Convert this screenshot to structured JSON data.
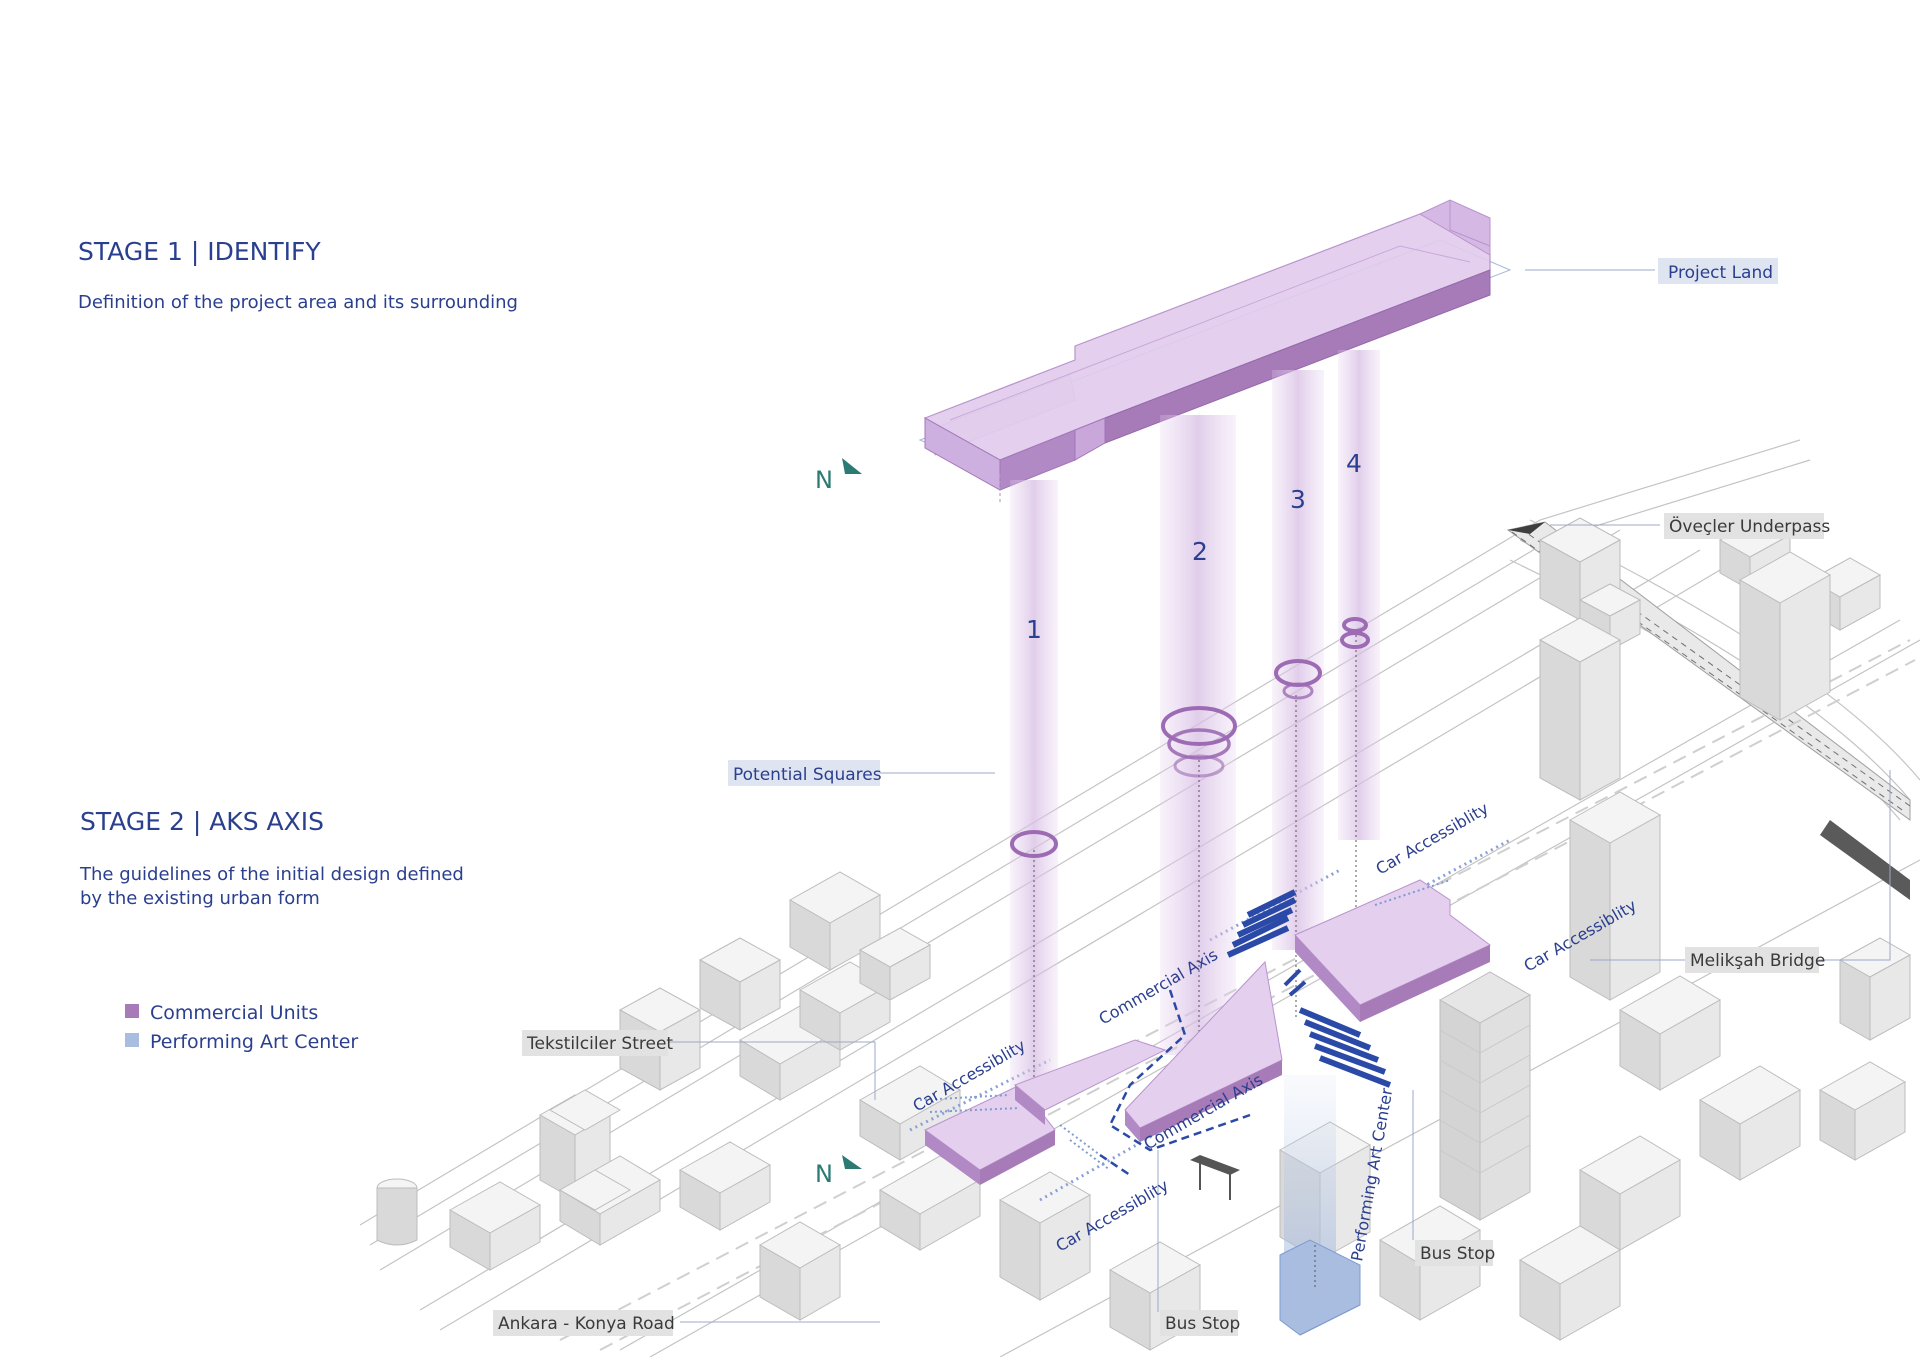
{
  "stage1": {
    "title": "STAGE 1 | IDENTIFY",
    "description": "Definition of the project area and its surrounding"
  },
  "stage2": {
    "title": "STAGE 2 | AKS AXIS",
    "description_line1": "The guidelines of the initial design defined",
    "description_line2": "by the existing urban form"
  },
  "legend": [
    {
      "label": "Commercial Units",
      "color": "#a77ab8"
    },
    {
      "label": "Performing Art Center",
      "color": "#a9bde0"
    }
  ],
  "north_label": "N",
  "column_numbers": [
    "1",
    "2",
    "3",
    "4"
  ],
  "callouts": {
    "project_land": "Project Land",
    "potential_squares": "Potential Squares",
    "ovecler_underpass": "Öveçler Underpass",
    "meliksah_bridge": "Melikşah Bridge",
    "tekstilciler_street": "Tekstilciler Street",
    "ankara_konya_road": "Ankara - Konya Road",
    "bus_stop_1": "Bus Stop",
    "bus_stop_2": "Bus Stop"
  },
  "axis_labels": {
    "car_1": "Car Accessiblity",
    "car_2": "Car Accessiblity",
    "car_3": "Car Accessiblity",
    "car_4": "Car Accessiblity",
    "commercial_1": "Commercial Axis",
    "commercial_2": "Commercial Axis",
    "performing": "Performing Art Center"
  },
  "colors": {
    "commercial": "#a77ab8",
    "commercial_light": "#e6d3ee",
    "performing": "#a9bde0",
    "text": "#2b3f8f",
    "north": "#2b7a74",
    "crosswalk": "#2b4aa8"
  }
}
